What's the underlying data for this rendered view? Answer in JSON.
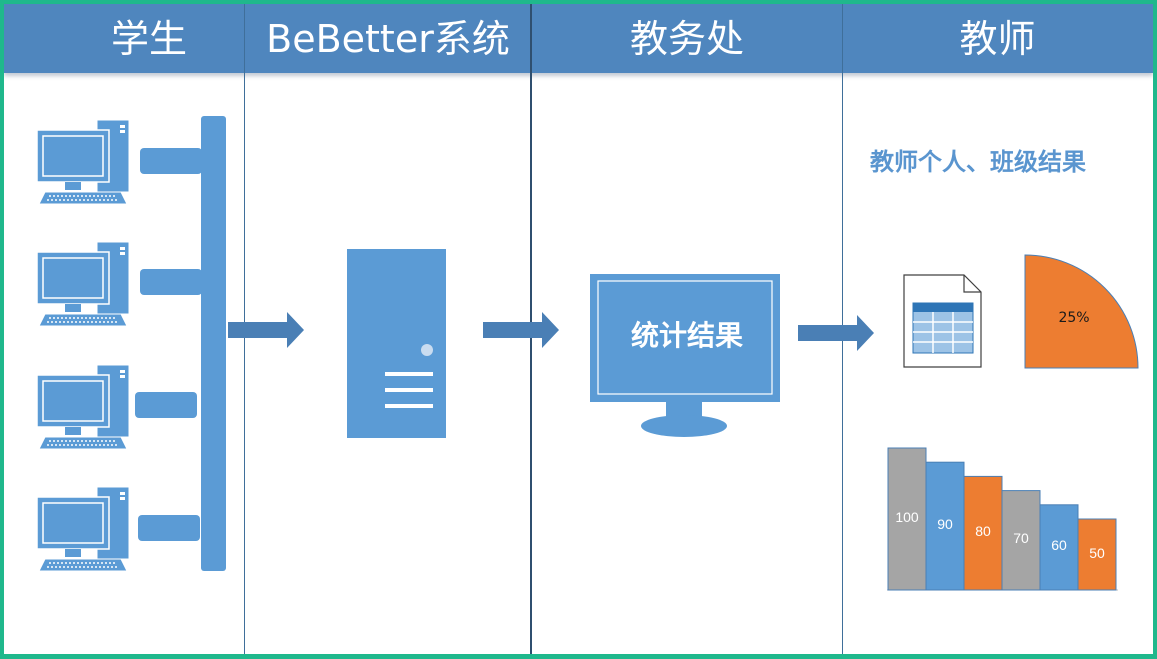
{
  "header": {
    "columns": [
      "学生",
      "BeBetter系统",
      "教务处",
      "教师"
    ]
  },
  "teacher_panel": {
    "title": "教师个人、班级结果"
  },
  "office_monitor": {
    "label": "统计结果"
  },
  "pie_chart": {
    "label": "25%",
    "value_percent": 25,
    "color": "#ed7d31"
  },
  "chart_data": {
    "type": "bar",
    "values": [
      100,
      90,
      80,
      70,
      60,
      50
    ],
    "data_labels": [
      "100",
      "90",
      "80",
      "70",
      "60",
      "50"
    ],
    "colors": [
      "#a5a5a5",
      "#5b9bd5",
      "#ed7d31",
      "#a5a5a5",
      "#5b9bd5",
      "#ed7d31"
    ]
  },
  "colors": {
    "background": "#1fb88c",
    "header": "#4f86be",
    "device_blue": "#5b9bd5",
    "arrow": "#4a7fb5",
    "orange": "#ed7d31",
    "gray": "#a5a5a5"
  },
  "icons": [
    "computer-icon",
    "server-icon",
    "monitor-icon",
    "spreadsheet-icon",
    "arrow-right-icon"
  ]
}
